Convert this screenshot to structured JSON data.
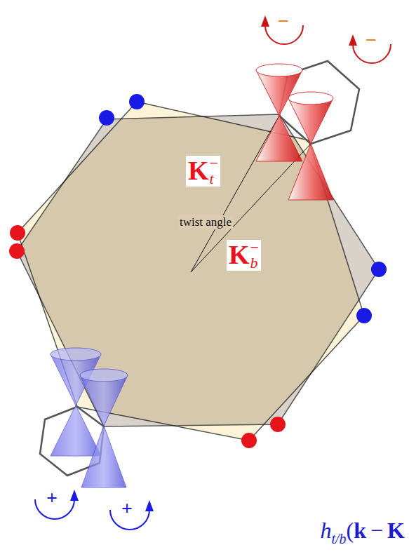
{
  "diagram": {
    "labels": [
      "K",
      "−",
      "t",
      "K",
      "−",
      "b",
      "twist angle",
      "−",
      "−",
      "+",
      "+",
      "h",
      "t/b",
      "(",
      "k",
      "−",
      "K"
    ]
  }
}
